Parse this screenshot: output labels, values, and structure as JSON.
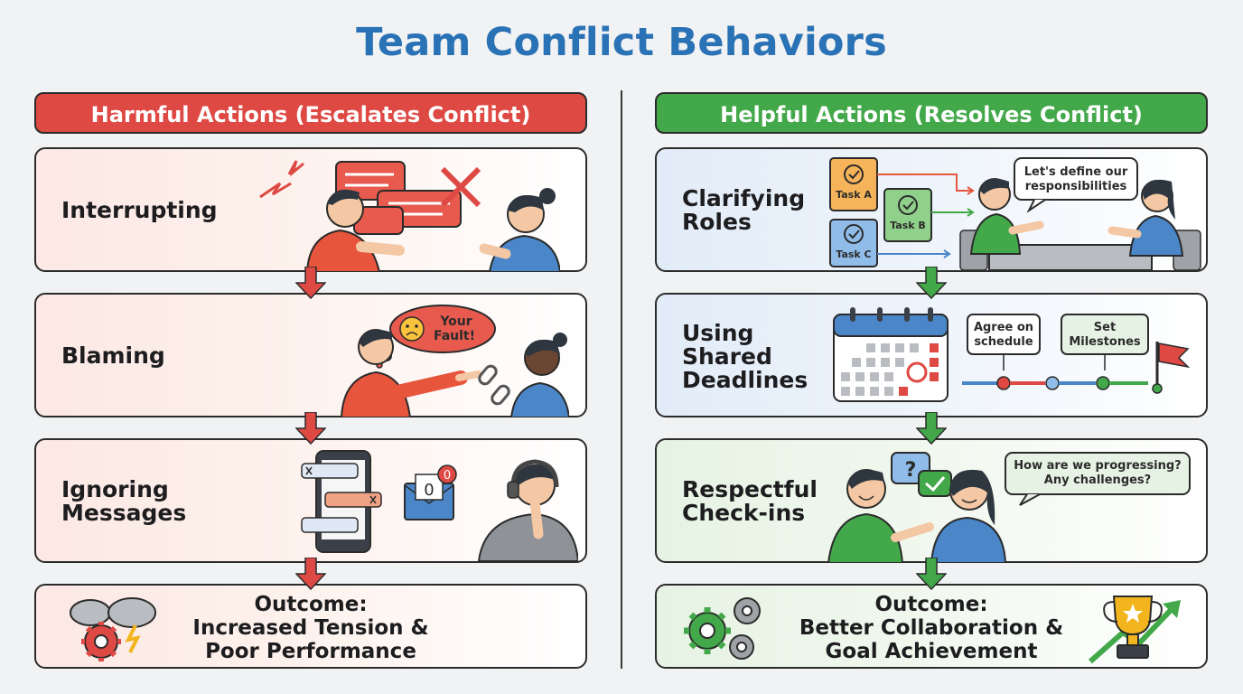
{
  "title": "Team Conflict Behaviors",
  "colors": {
    "title": "#2a72b6",
    "harmful": "#de4944",
    "helpful": "#43a84a"
  },
  "harmful": {
    "header": "Harmful Actions (Escalates Conflict)",
    "items": [
      {
        "label": "Interrupting",
        "icon": "interrupting-people-illustration"
      },
      {
        "label": "Blaming",
        "icon": "blaming-people-illustration",
        "bubble": "Your\nFault!"
      },
      {
        "label": "Ignoring\nMessages",
        "icon": "phone-headphones-illustration",
        "badge": "0"
      }
    ],
    "outcome": {
      "text": "Outcome:\nIncreased Tension &\nPoor Performance",
      "icon": "storm-cloud-gear-icon"
    }
  },
  "helpful": {
    "header": "Helpful Actions (Resolves Conflict)",
    "items": [
      {
        "label": "Clarifying\nRoles",
        "tasks": [
          "Task A",
          "Task B",
          "Task C"
        ],
        "bubble": "Let's define our\nresponsibilities"
      },
      {
        "label": "Using\nShared\nDeadlines",
        "callouts": [
          "Agree on\nschedule",
          "Set\nMilestones"
        ]
      },
      {
        "label": "Respectful\nCheck-ins",
        "bubble": "How are we progressing?\nAny challenges?",
        "question_mark": "?"
      }
    ],
    "outcome": {
      "text": "Outcome:\nBetter Collaboration &\nGoal Achievement",
      "icon": "gears-trophy-icon"
    }
  }
}
